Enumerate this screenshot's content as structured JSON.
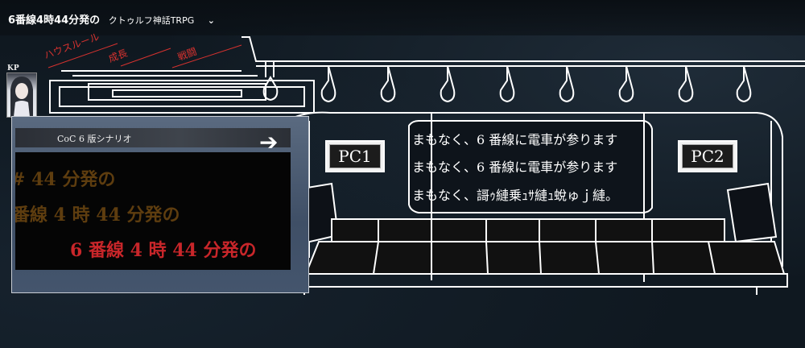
{
  "room": {
    "title": "6番線4時44分発の",
    "subtitle": "クトゥルフ神話TRPG",
    "dropdown_icon": "chevron-down-icon"
  },
  "tabs": [
    {
      "label": "ハウスルール"
    },
    {
      "label": "成長"
    },
    {
      "label": "戦闘"
    }
  ],
  "kp": {
    "label": "KP"
  },
  "scenario_panel": {
    "header": "CoC 6 版シナリオ",
    "lines": [
      "# 44 分発の",
      "番線 4 時 44 分発の",
      "6 番線 4 時 44 分発の"
    ]
  },
  "announcements": [
    "まもなく、6 番線に電車が参ります",
    "まもなく、6 番線に電車が参ります",
    "まもなく、謌ｩ縺乗ｭｻ縺ｭ蛻ゅｊ縺。"
  ],
  "pcs": [
    {
      "label": "PC1"
    },
    {
      "label": "PC2"
    }
  ],
  "colors": {
    "background": "#101820",
    "accent_red": "#d6322f",
    "title_brown": "#5e3d0f",
    "title_red": "#c8262a",
    "line": "#ffffff"
  }
}
